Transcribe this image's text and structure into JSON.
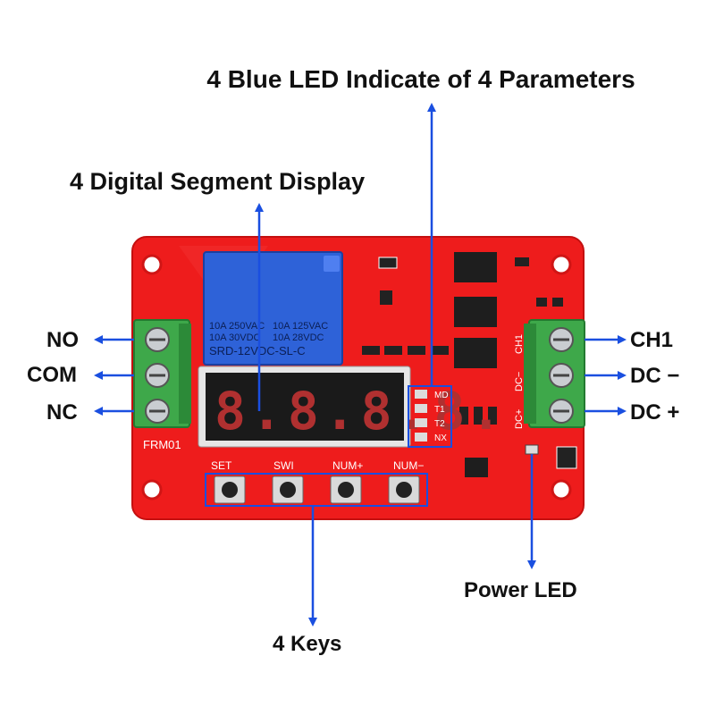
{
  "callouts": {
    "leds_title": "4 Blue LED Indicate of 4 Parameters",
    "display_title": "4 Digital Segment Display",
    "no": "NO",
    "com": "COM",
    "nc": "NC",
    "ch1": "CH1",
    "dc_minus": "DC −",
    "dc_plus": "DC +",
    "power_led": "Power LED",
    "keys": "4 Keys"
  },
  "board": {
    "model": "FRM01",
    "relay_line1_left": "10A 250VAC",
    "relay_line1_right": "10A 125VAC",
    "relay_line2_left": "10A  30VDC",
    "relay_line2_right": "10A  28VDC",
    "relay_model": "SRD-12VDC-SL-C",
    "display_digits": "8.8.8.8.",
    "led_labels": [
      "MD",
      "T1",
      "T2",
      "NX"
    ],
    "key_labels": [
      "SET",
      "SWI",
      "NUM+",
      "NUM−"
    ],
    "input_labels": [
      "DC+",
      "DC−",
      "CH1"
    ]
  },
  "colors": {
    "pcb": "#ee1c1c",
    "relay": "#2e62d8",
    "terminal": "#3ea84a",
    "arrow": "#1a4fe0",
    "display_bg": "#1a1a1a",
    "segment": "#b03030"
  }
}
